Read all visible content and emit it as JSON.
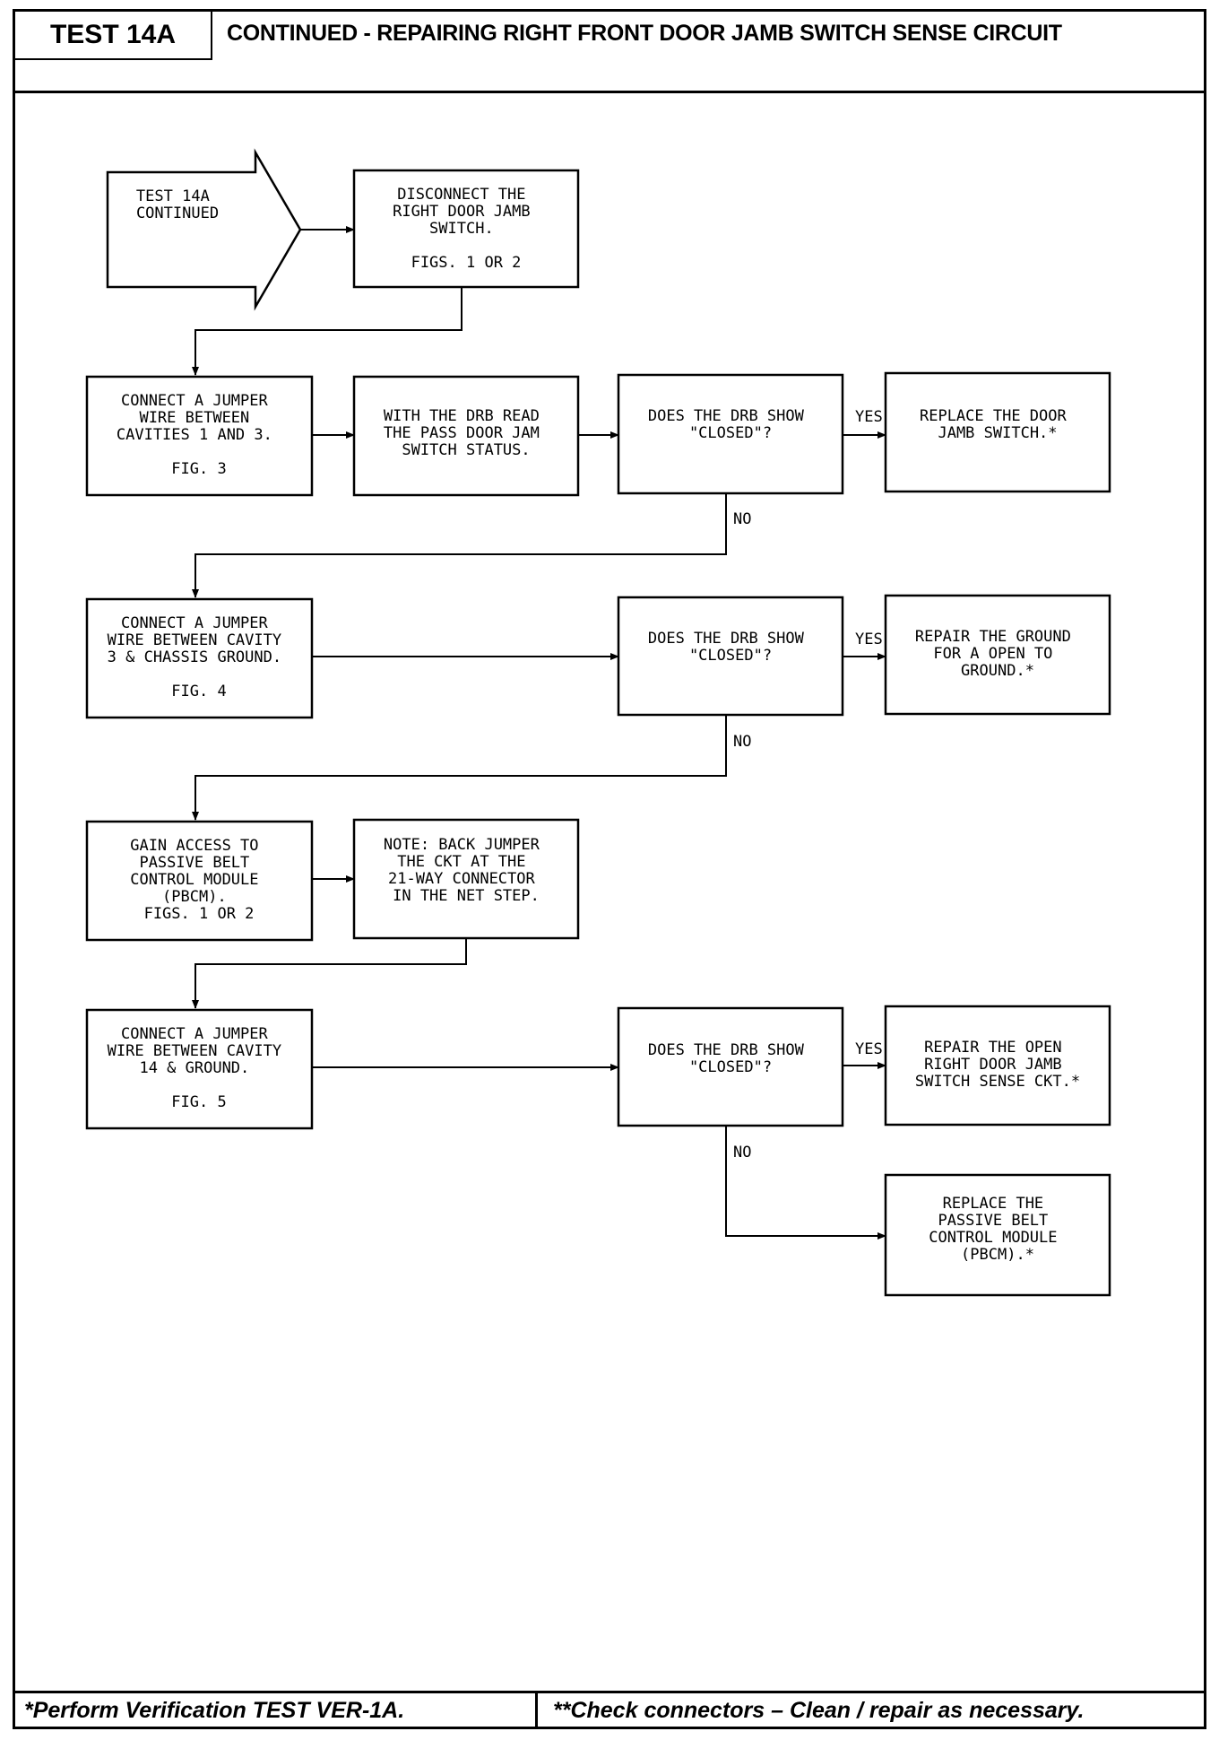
{
  "header": {
    "test_id": "TEST 14A",
    "title": "CONTINUED -  REPAIRING RIGHT FRONT DOOR JAMB SWITCH SENSE CIRCUIT"
  },
  "flowchart": {
    "start": [
      "TEST 14A",
      "CONTINUED"
    ],
    "disconnect": [
      "DISCONNECT THE",
      "RIGHT DOOR JAMB",
      "SWITCH.",
      "",
      "FIGS. 1 OR 2"
    ],
    "jumper_1_3": [
      "CONNECT A JUMPER",
      "WIRE BETWEEN",
      "CAVITIES 1 AND 3.",
      "",
      "FIG. 3"
    ],
    "read_status": [
      "WITH THE DRB READ",
      "THE PASS DOOR JAM",
      "SWITCH STATUS."
    ],
    "question_1": [
      "DOES THE DRB SHOW",
      "\"CLOSED\"?"
    ],
    "replace_switch": [
      "REPLACE THE DOOR",
      "JAMB SWITCH.*"
    ],
    "jumper_3_ground": [
      "CONNECT A JUMPER",
      "WIRE BETWEEN CAVITY",
      "3 & CHASSIS GROUND.",
      "",
      "FIG. 4"
    ],
    "question_2": [
      "DOES THE DRB SHOW",
      "\"CLOSED\"?"
    ],
    "repair_ground": [
      "REPAIR THE GROUND",
      "FOR A OPEN TO",
      "GROUND.*"
    ],
    "gain_access": [
      "GAIN ACCESS TO",
      "PASSIVE BELT",
      "CONTROL MODULE",
      "(PBCM).",
      "FIGS. 1 OR 2"
    ],
    "note": [
      "NOTE: BACK JUMPER",
      "THE CKT AT THE",
      "21-WAY CONNECTOR",
      "IN THE NET STEP."
    ],
    "jumper_14_ground": [
      "CONNECT A JUMPER",
      "WIRE BETWEEN CAVITY",
      "14 & GROUND.",
      "",
      "FIG. 5"
    ],
    "question_3": [
      "DOES THE DRB SHOW",
      "\"CLOSED\"?"
    ],
    "repair_open": [
      "REPAIR THE OPEN",
      "RIGHT DOOR JAMB",
      "SWITCH SENSE CKT.*"
    ],
    "replace_pbcm": [
      "REPLACE THE",
      "PASSIVE BELT",
      "CONTROL MODULE",
      "(PBCM).*"
    ],
    "yes_label": "YES",
    "no_label": "NO"
  },
  "footer": {
    "left": "*Perform Verification TEST VER-1A.",
    "right": "**Check connectors – Clean / repair as necessary."
  }
}
